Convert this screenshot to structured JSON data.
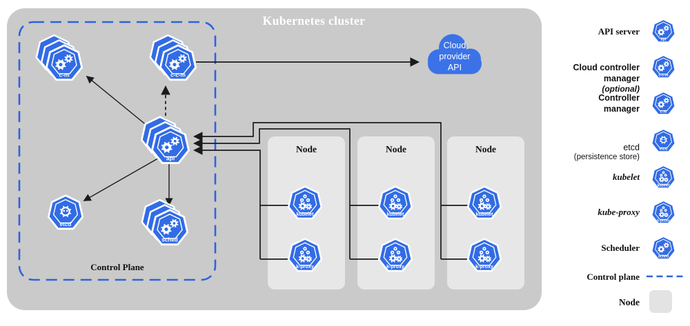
{
  "title": "Kubernetes cluster",
  "colors": {
    "k8s_blue": "#326CE5",
    "cloud_blue": "#3B72E8",
    "cluster_bg": "#CACACA",
    "node_bg": "#E7E7E7",
    "dash_blue": "#2E63DC",
    "line_black": "#1B1B1B"
  },
  "cluster": {
    "title": "Kubernetes cluster"
  },
  "control_plane": {
    "label": "Control Plane"
  },
  "cloud": {
    "lines": [
      "Cloud",
      "provider",
      "API"
    ]
  },
  "nodes": {
    "title": "Node",
    "count": 3
  },
  "components": {
    "api": "api",
    "c_c_m": "c-c-m",
    "c_m": "c-m",
    "etcd": "etcd",
    "sched": "sched",
    "kubelet": "kubelet",
    "k_proxy": "k-proxy"
  },
  "legend": {
    "items": [
      {
        "id": "api-server",
        "label": "API server"
      },
      {
        "id": "cloud-controller-manager",
        "label": "Cloud controller\nmanager",
        "note": "(optional)"
      },
      {
        "id": "controller-manager",
        "label": "Controller\nmanager"
      },
      {
        "id": "etcd",
        "label": "etcd",
        "note": "(persistence store)"
      },
      {
        "id": "kubelet",
        "label": "kubelet"
      },
      {
        "id": "kube-proxy",
        "label": "kube-proxy"
      },
      {
        "id": "scheduler",
        "label": "Scheduler"
      },
      {
        "id": "control-plane",
        "label": "Control plane"
      },
      {
        "id": "node",
        "label": "Node"
      }
    ]
  }
}
